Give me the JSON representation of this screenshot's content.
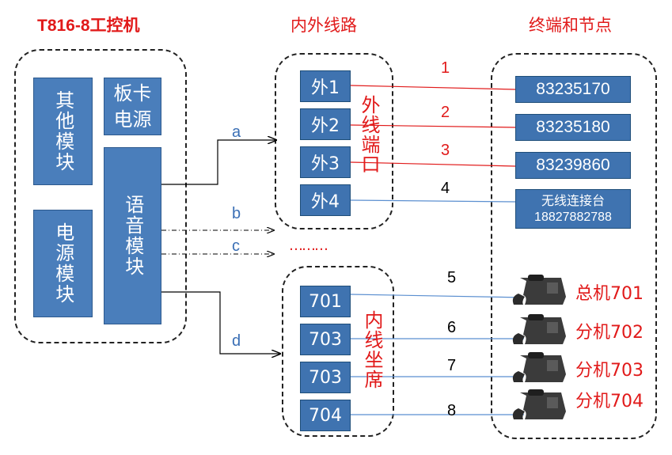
{
  "headers": {
    "left": "T816-8工控机",
    "middle": "内外线路",
    "right": "终端和节点"
  },
  "left_modules": {
    "other": "其他模块",
    "board_power": "板卡\n电源",
    "power": "电源模块",
    "voice": "语音模块"
  },
  "arrows": {
    "a": "a",
    "b": "b",
    "c": "c",
    "d": "d"
  },
  "ellipsis": "………",
  "outer_ports": [
    "外1",
    "外2",
    "外3",
    "外4"
  ],
  "outer_label": "外线端口",
  "inner_ports": [
    "701",
    "703",
    "703",
    "704"
  ],
  "inner_label": "内线坐席",
  "connections": [
    "1",
    "2",
    "3",
    "4",
    "5",
    "6",
    "7",
    "8"
  ],
  "terminals": [
    "83235170",
    "83235180",
    "83239860"
  ],
  "wireless": {
    "line1": "无线连接台",
    "line2": "18827882788"
  },
  "extensions": [
    "总机701",
    "分机702",
    "分机703",
    "分机704"
  ],
  "colors": {
    "box_blue": "#4a7ebb",
    "red": "#e11a1a",
    "line_blue": "#5b8fd0",
    "title_red": "#e11a1a"
  }
}
